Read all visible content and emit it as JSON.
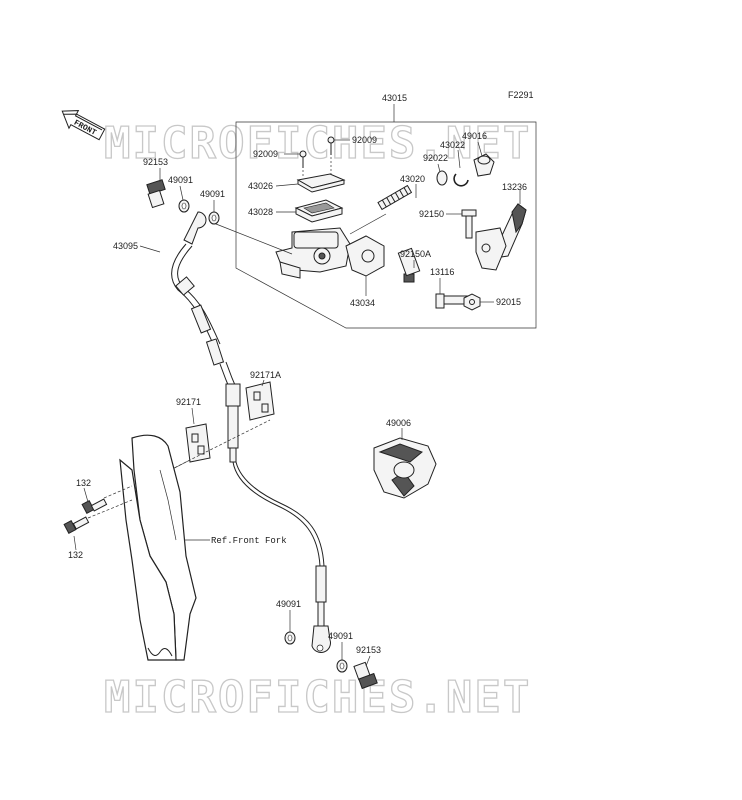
{
  "figure_code": "F2291",
  "direction_badge": "FRONT",
  "watermark_text": "MICROFICHES.NET",
  "reference_label": "Ref.Front Fork",
  "parts": {
    "assembly": "43015",
    "screw_top": "92009",
    "screw_left": "92009",
    "boot": "49016",
    "ring_43022": "43022",
    "washer_92022": "92022",
    "cap": "43026",
    "piston": "43020",
    "lever": "13236",
    "diaphragm": "43028",
    "bolt_92150": "92150",
    "bolt_92150a": "92150A",
    "pivot_bolt": "13116",
    "nut": "92015",
    "clamp": "43034",
    "banjo_bolt_top": "92153",
    "washer_top_a": "49091",
    "washer_top_b": "49091",
    "hose": "43095",
    "bracket_a": "92171A",
    "bracket_b": "92171",
    "guard": "49006",
    "bolt_132_upper": "132",
    "bolt_132_lower": "132",
    "washer_bottom_a": "49091",
    "washer_bottom_b": "49091",
    "banjo_bolt_bottom": "92153"
  },
  "colors": {
    "line": "#222222",
    "watermark": "#c8c8c8",
    "background": "#ffffff"
  }
}
